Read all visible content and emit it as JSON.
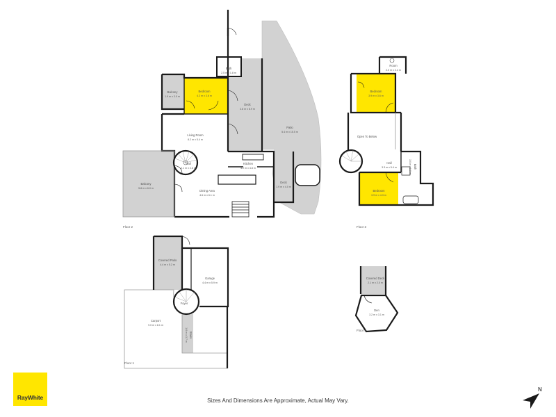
{
  "floors": {
    "floor2": "Floor 2",
    "floor3": "Floor 3",
    "floor1": "Floor 1",
    "floor4": "Floor 4"
  },
  "rooms": {
    "bedroom_f2": {
      "name": "Bedroom",
      "dim": "4.2 m x 3.6 m"
    },
    "balcony_small": {
      "name": "Balcony",
      "dim": "1.9 m x 3.0 m"
    },
    "bath_f2": {
      "name": "Bath",
      "dim": "2.5 m x 1.8 m"
    },
    "deck_f2": {
      "name": "Deck",
      "dim": "3.8 m x 8.9 m"
    },
    "patio": {
      "name": "Patio",
      "dim": "5.4 m x 15.5 m"
    },
    "living": {
      "name": "Living Room",
      "dim": "8.2 m x 5.4 m"
    },
    "hall_f2": {
      "name": "Hall",
      "dim": "2.1 m x 2.6 m"
    },
    "kitchen": {
      "name": "Kitchen",
      "dim": "4.2 m x 4.8 m"
    },
    "balcony_large": {
      "name": "Balcony",
      "dim": "5.8 m x 6.0 m"
    },
    "dining": {
      "name": "Dining Area",
      "dim": "4.6 m x 6.1 m"
    },
    "deck_small": {
      "name": "Deck",
      "dim": "1.9 m x 4.0 m"
    },
    "room_f3": {
      "name": "Room",
      "dim": "2.0 m x 2.4 m"
    },
    "bedroom_f3_top": {
      "name": "Bedroom",
      "dim": "3.9 m x 3.6 m"
    },
    "open_to_below": {
      "name": "Open To Below",
      "dim": ""
    },
    "hall_f3": {
      "name": "Hall",
      "dim": "3.3 m x 5.4 m"
    },
    "bedroom_f3_bottom": {
      "name": "Bedroom",
      "dim": "3.9 m x 4.3 m"
    },
    "bath_f3": {
      "name": "Bath",
      "dim": "3.0 m x 1.8 m"
    },
    "covered_patio": {
      "name": "Covered Patio",
      "dim": "4.4 m x 5.2 m"
    },
    "garage": {
      "name": "Garage",
      "dim": "4.4 m x 5.9 m"
    },
    "carport": {
      "name": "Carport",
      "dim": "9.0 m x 8.1 m"
    },
    "foyer": {
      "name": "Foyer",
      "dim": ""
    },
    "stairs_walk": {
      "name": "Stairs",
      "dim": "1.6 m x 3.7 m"
    },
    "covered_deck": {
      "name": "Covered Deck",
      "dim": "2.1 m x 2.0 m"
    },
    "den": {
      "name": "Den",
      "dim": "3.2 m x 3.1 m"
    }
  },
  "brand": {
    "logo_text": "RayWhite",
    "logo_color": "#ffe600"
  },
  "disclaimer": "Sizes And Dimensions Are Approximate, Actual May Vary.",
  "north_label": "N",
  "colors": {
    "wall": "#1a1a1a",
    "grey_area": "#d2d2d2",
    "highlight": "#ffe600"
  }
}
